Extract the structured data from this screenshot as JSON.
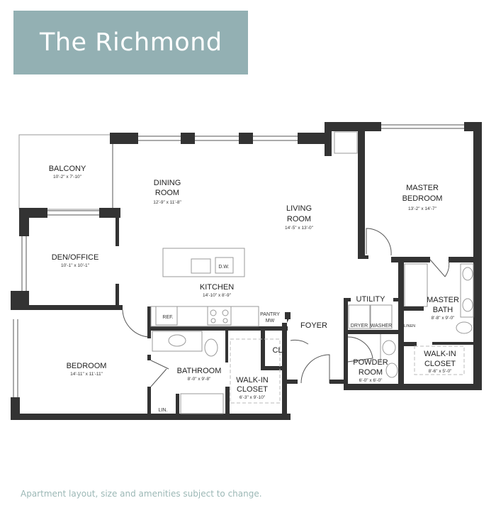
{
  "title": "The Richmond",
  "footer": "Apartment layout, size and amenities subject to change.",
  "colors": {
    "banner": "#93b0b3",
    "footer_text": "#9cb8b6",
    "walls": "#333333"
  },
  "rooms": {
    "balcony": {
      "name": "BALCONY",
      "size": "10'-2\" x 7'-10\""
    },
    "dining": {
      "name1": "DINING",
      "name2": "ROOM",
      "size": "12'-9\" x 11'-8\""
    },
    "living": {
      "name1": "LIVING",
      "name2": "ROOM",
      "size": "14'-5\" x 13'-0\""
    },
    "master_bedroom": {
      "name1": "MASTER",
      "name2": "BEDROOM",
      "size": "13'-2\" x 14'-7\""
    },
    "den": {
      "name": "DEN/OFFICE",
      "size": "10'-1\" x 10'-1\""
    },
    "kitchen": {
      "name": "KITCHEN",
      "size": "14'-10\" x 8'-9\""
    },
    "utility": {
      "name": "UTILITY"
    },
    "master_bath": {
      "name1": "MASTER",
      "name2": "BATH",
      "size": "8'-8\" x 9'-0\""
    },
    "foyer": {
      "name": "FOYER"
    },
    "closet": {
      "name": "CL."
    },
    "bedroom": {
      "name": "BEDROOM",
      "size": "14'-11\" x 11'-11\""
    },
    "bathroom": {
      "name": "BATHROOM",
      "size": "8'-0\" x 9'-8\""
    },
    "walkin_closet": {
      "name1": "WALK-IN",
      "name2": "CLOSET",
      "size": "6'-3\" x 9'-10\""
    },
    "powder": {
      "name1": "POWDER",
      "name2": "ROOM",
      "size": "6'-0\" x 6'-0\""
    },
    "master_walkin": {
      "name1": "WALK-IN",
      "name2": "CLOSET",
      "size": "8'-6\" x 5'-0\""
    }
  },
  "fixtures": {
    "dw": "D.W.",
    "ref": "REF.",
    "pantry": "PANTRY",
    "mw": "MW",
    "dryer": "DRYER",
    "washer": "WASHER",
    "linen": "LINEN",
    "lin": "LIN."
  }
}
